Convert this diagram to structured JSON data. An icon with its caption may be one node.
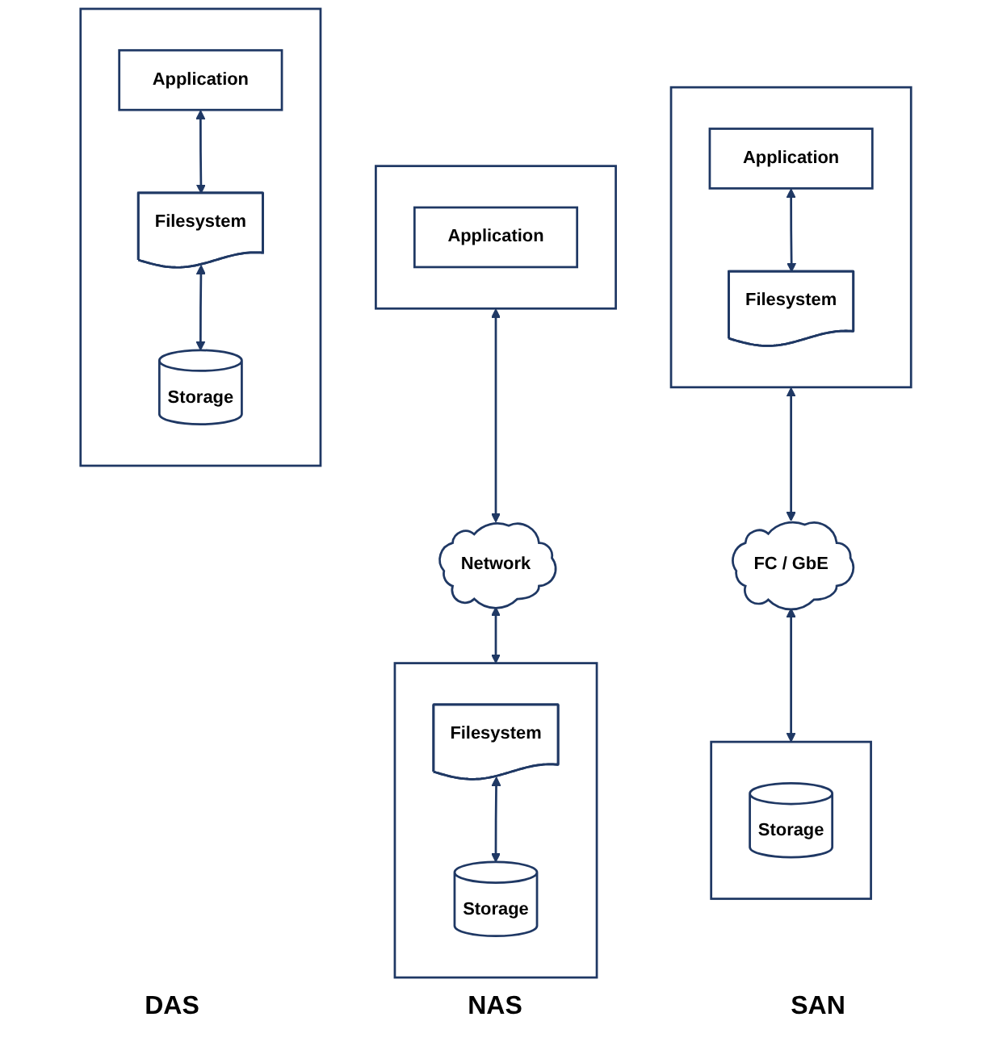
{
  "diagram": {
    "nodes": [
      {
        "text": [],
        "shape": "box"
      },
      {
        "text": [
          "Application"
        ],
        "in": 0
      },
      {
        "text": [
          "Filesystem"
        ],
        "in": 0
      },
      {
        "text": [
          "Storage"
        ],
        "in": 0
      },
      {
        "text": [],
        "shape": "box"
      },
      {
        "text": [
          "Application"
        ],
        "in": 4
      },
      {
        "text": [
          "Network"
        ]
      },
      {
        "text": [],
        "shape": "box"
      },
      {
        "text": [
          "Filesystem"
        ],
        "in": 7
      },
      {
        "text": [
          "Storage"
        ],
        "in": 7
      },
      {
        "text": [],
        "shape": "box"
      },
      {
        "text": [
          "Application"
        ],
        "in": 10
      },
      {
        "text": [
          "Filesystem"
        ],
        "in": 10
      },
      {
        "text": [
          "FC / GbE"
        ]
      },
      {
        "text": [],
        "shape": "box"
      },
      {
        "text": [
          "Storage"
        ],
        "in": 14
      }
    ],
    "edges": [
      {
        "from": 1,
        "to": 2,
        "arrow": "both"
      },
      {
        "from": 2,
        "to": 3,
        "arrow": "both"
      },
      {
        "from": 4,
        "to": 6,
        "arrow": "both"
      },
      {
        "from": 6,
        "to": 7,
        "arrow": "both"
      },
      {
        "from": 8,
        "to": 9,
        "arrow": "both"
      },
      {
        "from": 11,
        "to": 12,
        "arrow": "both"
      },
      {
        "from": 10,
        "to": 13,
        "arrow": "both"
      },
      {
        "from": 13,
        "to": 14,
        "arrow": "both"
      }
    ],
    "labels": [
      "DAS",
      "NAS",
      "SAN"
    ]
  }
}
